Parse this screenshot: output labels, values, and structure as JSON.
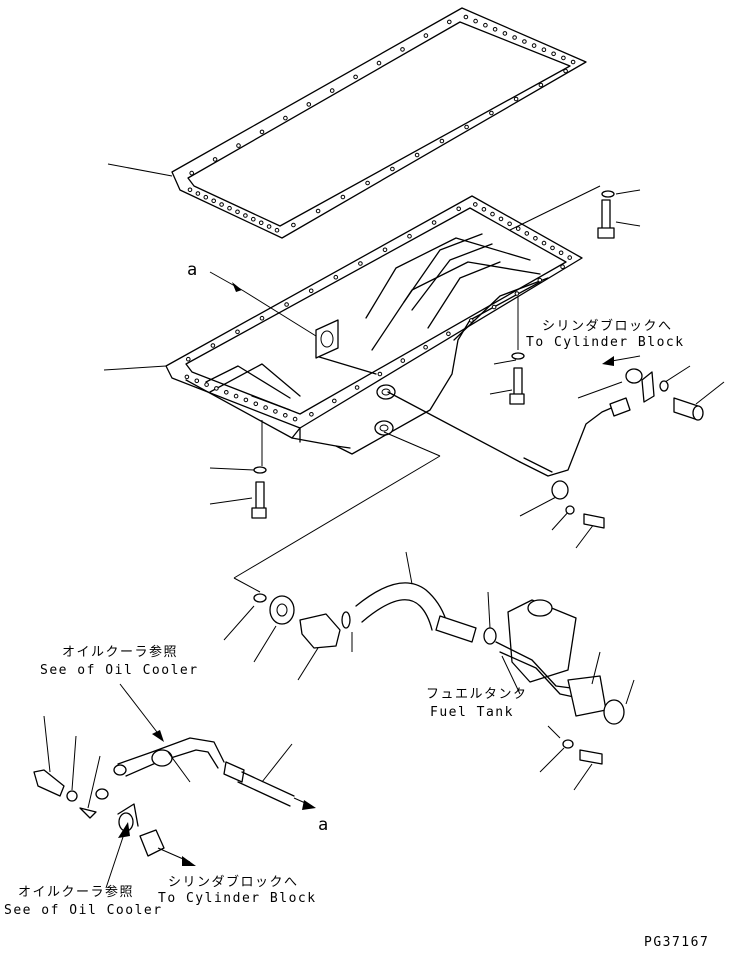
{
  "labels": {
    "ref_a_top": "a",
    "ref_a_bottom": "a",
    "to_cylinder_block_jp_top": "シリンダブロックへ",
    "to_cylinder_block_en_top": "To Cylinder Block",
    "see_oil_cooler_jp_1": "オイルクーラ参照",
    "see_oil_cooler_en_1": "See of Oil Cooler",
    "fuel_tank_jp": "フュエルタンク",
    "fuel_tank_en": "Fuel Tank",
    "see_oil_cooler_jp_2": "オイルクーラ参照",
    "see_oil_cooler_en_2": "See of Oil Cooler",
    "to_cylinder_block_jp_bottom": "シリンダブロックへ",
    "to_cylinder_block_en_bottom": "To Cylinder Block",
    "drawing_number": "PG37167"
  },
  "colors": {
    "ink": "#000000",
    "paper": "#ffffff"
  }
}
